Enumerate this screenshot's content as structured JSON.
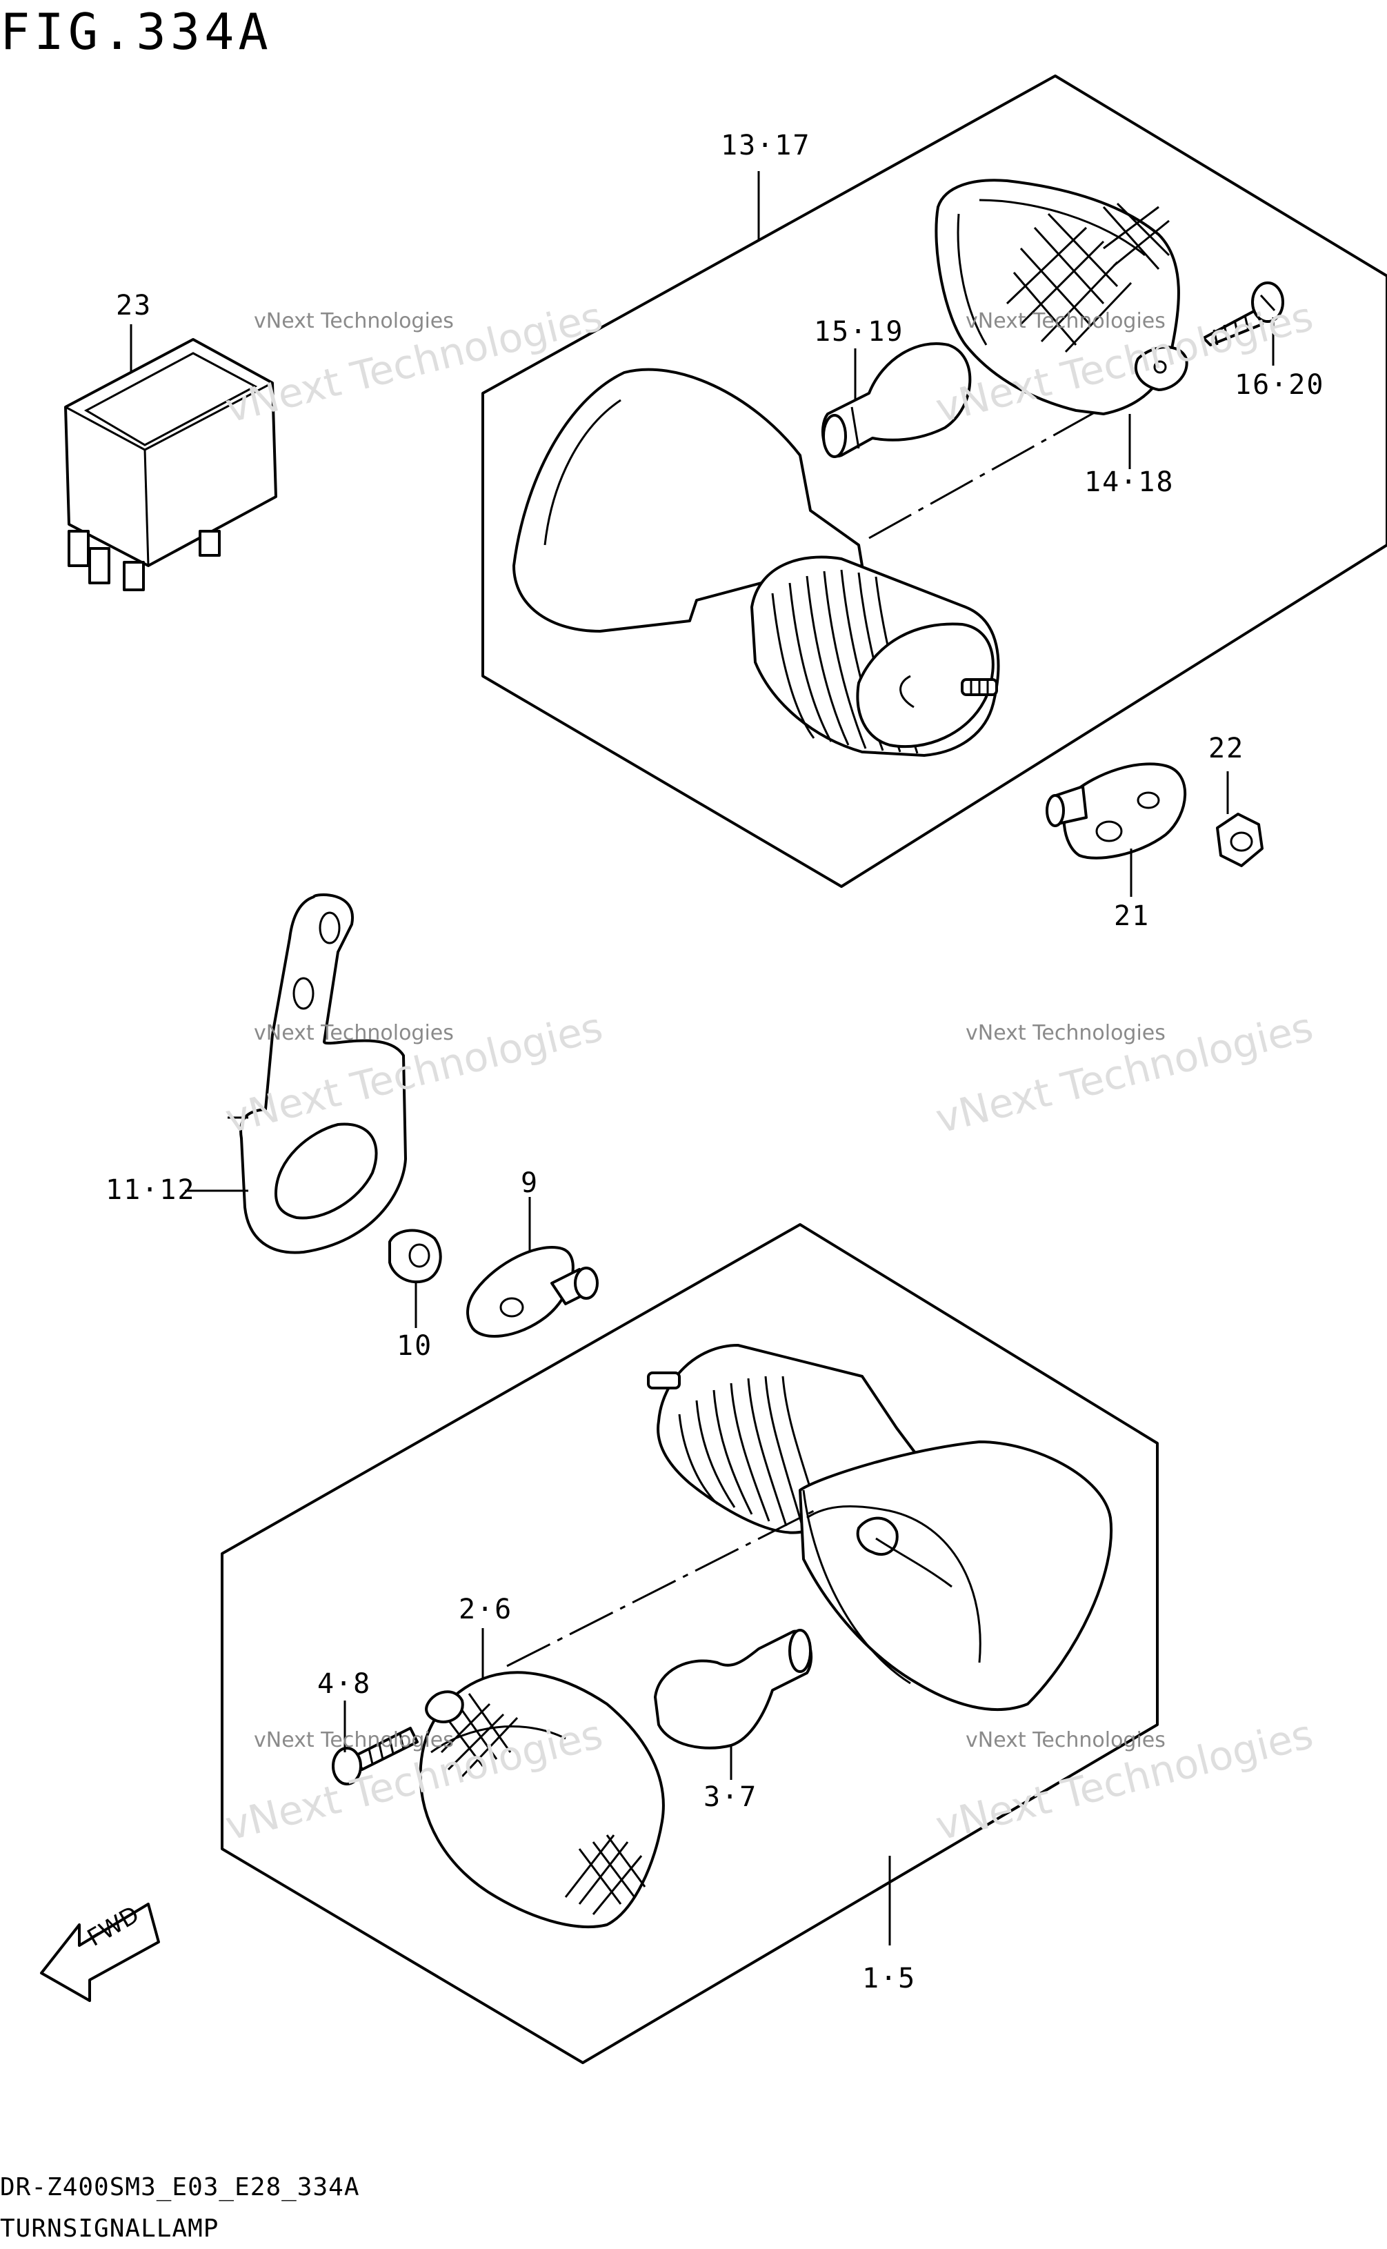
{
  "figure_title": "FIG.334A",
  "callouts": {
    "p13_17": "13·17",
    "p23": "23",
    "p15_19": "15·19",
    "p16_20": "16·20",
    "p14_18": "14·18",
    "p22": "22",
    "p21": "21",
    "p11_12": "11·12",
    "p9": "9",
    "p10": "10",
    "p2_6": "2·6",
    "p4_8": "4·8",
    "p3_7": "3·7",
    "p1_5": "1·5"
  },
  "watermark": {
    "line1": "vNext Technologies",
    "big": "vNext Technologies"
  },
  "fwd_label": "FWD",
  "footer": {
    "model_code": "DR-Z400SM3_E03_E28_334A",
    "section_name": "TURNSIGNALLAMP"
  },
  "colors": {
    "ink": "#000000",
    "background": "#ffffff",
    "watermark": "#b8b8b8"
  }
}
